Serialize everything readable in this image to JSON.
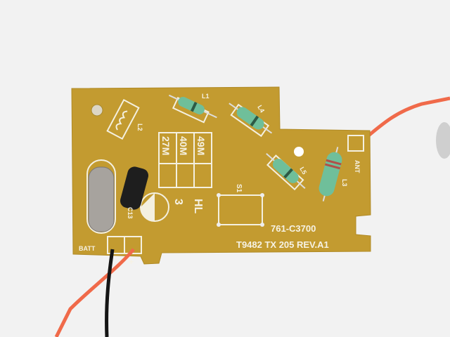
{
  "board": {
    "part_number": "761-C3700",
    "model_line": "T9482 TX 205 REV.A1",
    "batt_label": "BATT",
    "plus_label": "+",
    "ant_label": "ANT",
    "switch_label": "S1",
    "inductors": [
      "L1",
      "L2",
      "L3",
      "L4",
      "L5"
    ],
    "capacitor_label": "C13",
    "freq_table": [
      "49M",
      "40M",
      "27M"
    ],
    "hl_label": "HL",
    "hl_number": "3"
  },
  "colors": {
    "background": "#f2f2f2",
    "pcb": "#c39b30",
    "silkscreen": "#f4f0e0",
    "inductor": "#6fbf9a",
    "wire_red": "#f06a4a",
    "wire_black": "#151515"
  }
}
